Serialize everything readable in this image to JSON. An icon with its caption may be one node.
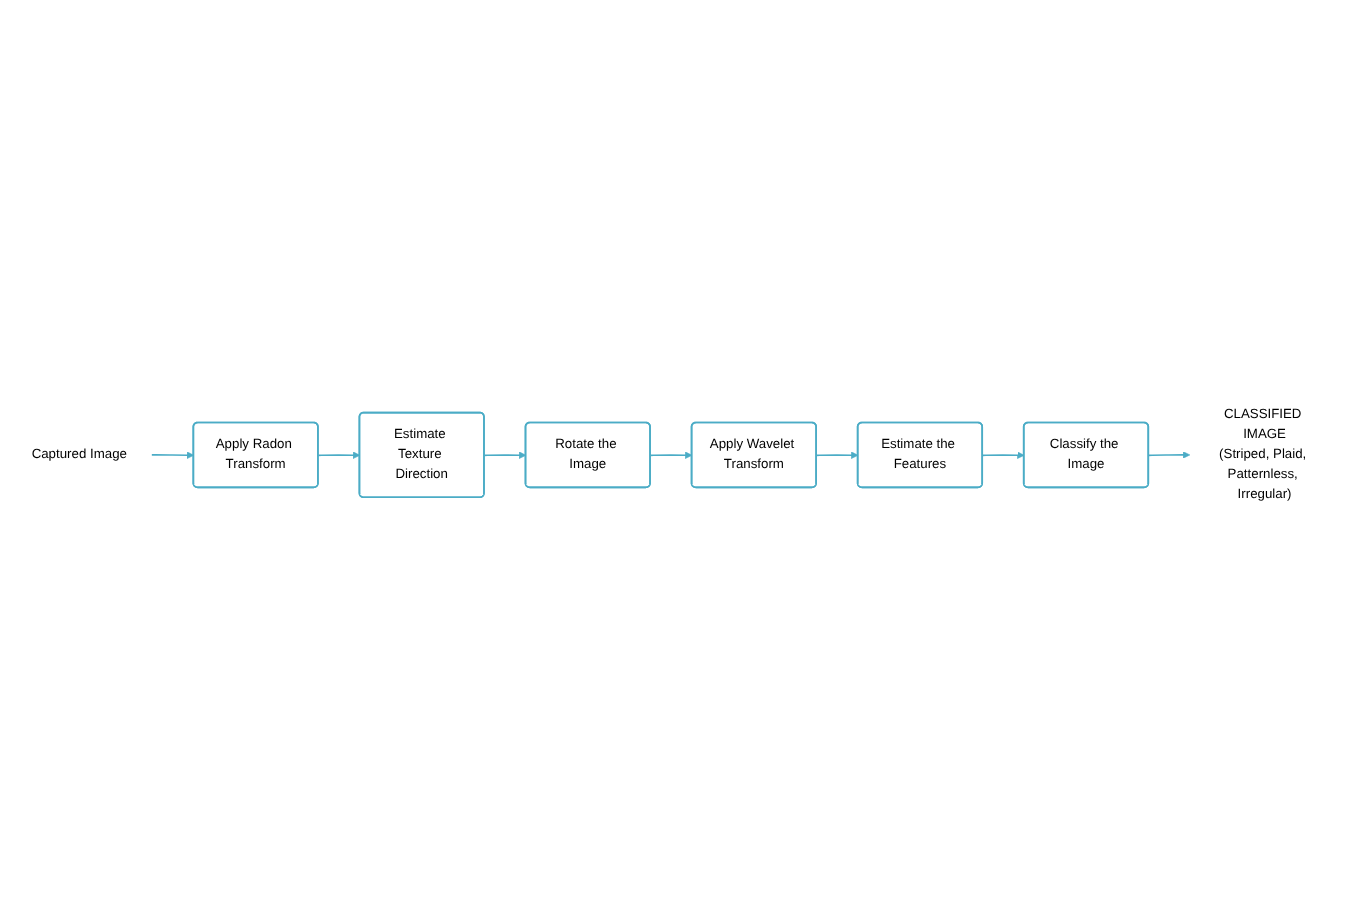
{
  "diagram": {
    "nodes": [
      {
        "text": [
          "Captured Image"
        ]
      },
      {
        "text": [
          "Apply Radon Transform"
        ]
      },
      {
        "text": [
          "Estimate Texture Direction"
        ]
      },
      {
        "text": [
          "Rotate the Image"
        ]
      },
      {
        "text": [
          "Apply Wavelet Transform"
        ]
      },
      {
        "text": [
          "Estimate the Features"
        ]
      },
      {
        "text": [
          "Classify the Image"
        ]
      },
      {
        "text": [
          "CLASSIFIED IMAGE",
          "(Striped, Plaid, Patternless, Irregular)"
        ]
      }
    ],
    "edges": [
      {
        "from": 0,
        "to": 1,
        "arrow": "to"
      },
      {
        "from": 1,
        "to": 2,
        "arrow": "to"
      },
      {
        "from": 2,
        "to": 3,
        "arrow": "to"
      },
      {
        "from": 3,
        "to": 4,
        "arrow": "to"
      },
      {
        "from": 4,
        "to": 5,
        "arrow": "to"
      },
      {
        "from": 5,
        "to": 6,
        "arrow": "to"
      },
      {
        "from": 6,
        "to": 7,
        "arrow": "to"
      }
    ]
  }
}
